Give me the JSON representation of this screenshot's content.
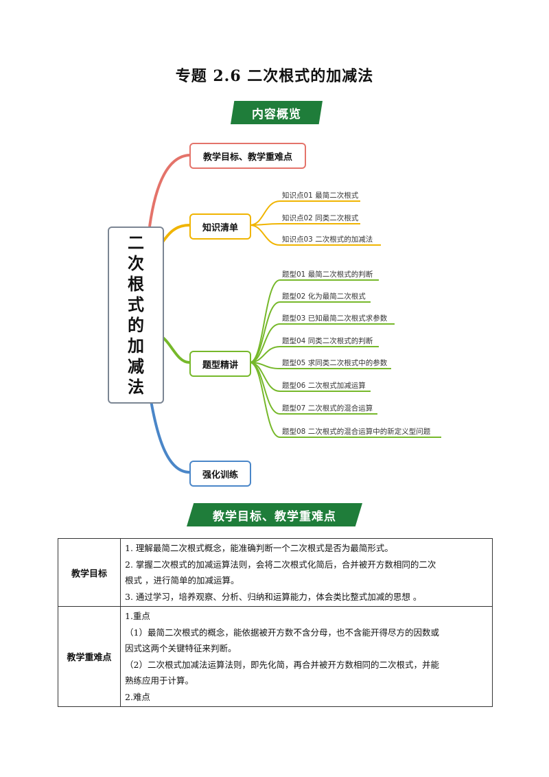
{
  "title": "专题 2.6  二次根式的加减法",
  "banner_overview": "内容概览",
  "banner_goals": "教学目标、教学重难点",
  "mindmap": {
    "central": [
      "二",
      "次",
      "根",
      "式",
      "的",
      "加",
      "减",
      "法"
    ],
    "branch_goals": "教学目标、教学重难点",
    "branch_knowledge": "知识清单",
    "branch_types": "题型精讲",
    "branch_training": "强化训练",
    "knowledge_items": [
      "知识点01 最简二次根式",
      "知识点02 同类二次根式",
      "知识点03 二次根式的加减法"
    ],
    "type_items": [
      "题型01  最简二次根式的判断",
      "题型02  化为最简二次根式",
      "题型03  已知最简二次根式求参数",
      "题型04  同类二次根式的判断",
      "题型05  求同类二次根式中的参数",
      "题型06  二次根式加减运算",
      "题型07  二次根式的混合运算",
      "题型08  二次根式的混合运算中的新定义型问题"
    ],
    "colors": {
      "goals": "#e4736a",
      "knowledge": "#f0b400",
      "types": "#76b82a",
      "training": "#4a86c8",
      "central": "#7b8593"
    }
  },
  "table": {
    "row1_head": "教学目标",
    "row1_lines": [
      "1.   理解最简二次根式概念，能准确判断一个二次根式是否为最简形式。",
      "2.   掌握二次根式的加减运算法则，会将二次根式化简后，合并被开方数相同的二次",
      "根式 ，进行简单的加减运算。",
      "3.   通过学习，培养观察、分析、归纳和运算能力，体会类比整式加减的思想  。"
    ],
    "row2_head": "教学重难点",
    "row2_lines": [
      "1.重点",
      "（1）最简二次根式的概念，能依据被开方数不含分母，也不含能开得尽方的因数或",
      "因式这两个关键特征来判断。",
      "（2）二次根式加减法运算法则，即先化简，再合并被开方数相同的二次根式，并能",
      "熟练应用于计算。",
      "2.难点"
    ]
  }
}
